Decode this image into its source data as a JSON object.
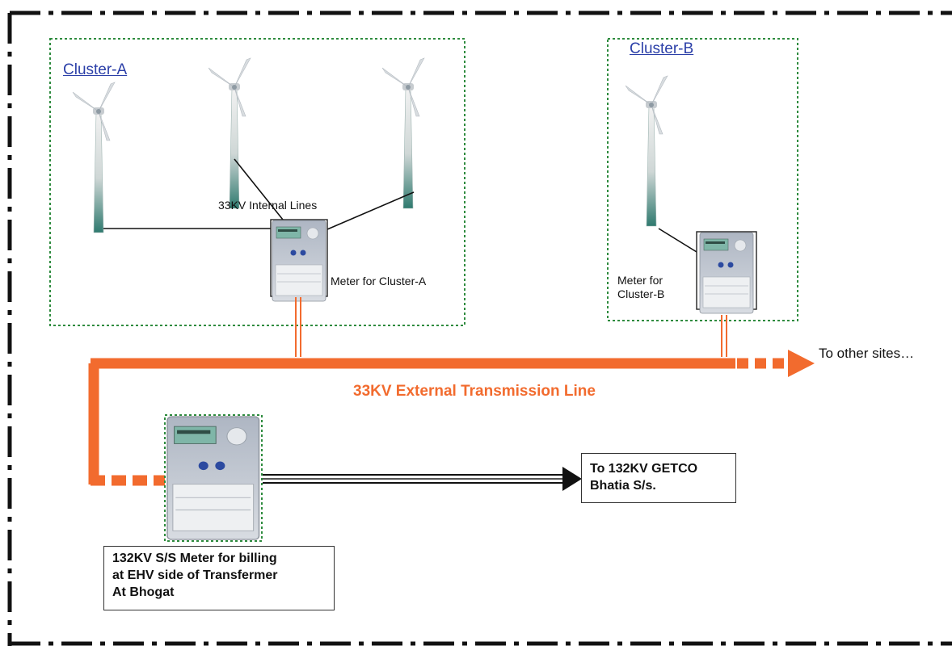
{
  "clusters": {
    "a": {
      "title": "Cluster-A",
      "internal_lines": "33KV Internal Lines",
      "meter_label": "Meter for Cluster-A"
    },
    "b": {
      "title": "Cluster-B",
      "meter_label_lines": [
        "Meter for",
        "Cluster-B"
      ]
    }
  },
  "transmission": {
    "label": "33KV External Transmission Line",
    "to_other_sites": "To other sites…"
  },
  "billing_meter": {
    "lines": [
      "132KV S/S Meter for billing",
      "at EHV side of Transfermer",
      "At Bhogat"
    ]
  },
  "getco": {
    "lines": [
      "To 132KV GETCO",
      "Bhatia S/s."
    ]
  },
  "colors": {
    "transmission_line": "#f26b2e",
    "cluster_border": "#2e8b3e",
    "cluster_title": "#2b3fa8",
    "frame": "#111111"
  }
}
